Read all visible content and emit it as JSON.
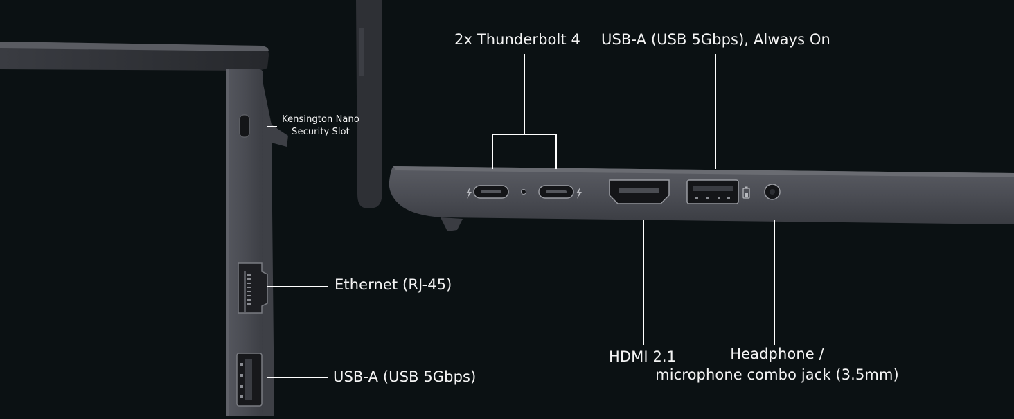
{
  "labels": {
    "kensington": "Kensington Nano\nSecurity Slot",
    "ethernet": "Ethernet (RJ-45)",
    "usb_a_left": "USB-A (USB 5Gbps)",
    "thunderbolt": "2x Thunderbolt 4",
    "usb_a_right": "USB-A (USB 5Gbps), Always On",
    "hdmi": "HDMI 2.1",
    "headphone_line1": "Headphone /",
    "headphone_line2": "microphone combo jack (3.5mm)"
  },
  "colors": {
    "background": "#0b1113",
    "chassis": "#4a4c53",
    "chassis_dark": "#2c2e33",
    "leader_line": "#ffffff"
  },
  "icons": {
    "thunderbolt": "lightning-bolt-icon",
    "battery": "battery-icon"
  }
}
